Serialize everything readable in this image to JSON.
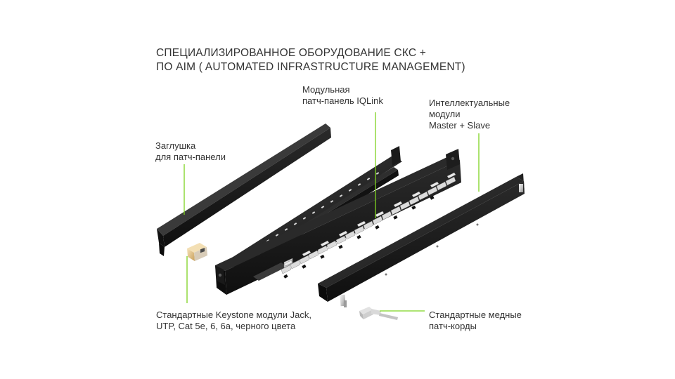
{
  "title": {
    "line1": "СПЕЦИАЛИЗИРОВАННОЕ ОБОРУДОВАНИЕ СКС +",
    "line2": "ПО AIM ( AUTOMATED INFRASTRUCTURE MANAGEMENT)"
  },
  "callouts": {
    "patch_panel": {
      "line1": "Модульная",
      "line2": "патч-панель IQLink"
    },
    "intelligent_modules": {
      "line1": "Интеллектуальные",
      "line2": "модули",
      "line3": "Master + Slave"
    },
    "blank_cover": {
      "line1": "Заглушка",
      "line2": "для патч-панели"
    },
    "keystone": {
      "line1": "Стандартные Keystone модули Jack,",
      "line2": "UTP, Cat 5e, 6, 6a, черного цвета"
    },
    "patch_cords": {
      "line1": "Стандартные медные",
      "line2": "патч-корды"
    }
  },
  "colors": {
    "accent_line": "#7ed321",
    "metal_dark": "#1c1c1c",
    "text": "#333333"
  }
}
